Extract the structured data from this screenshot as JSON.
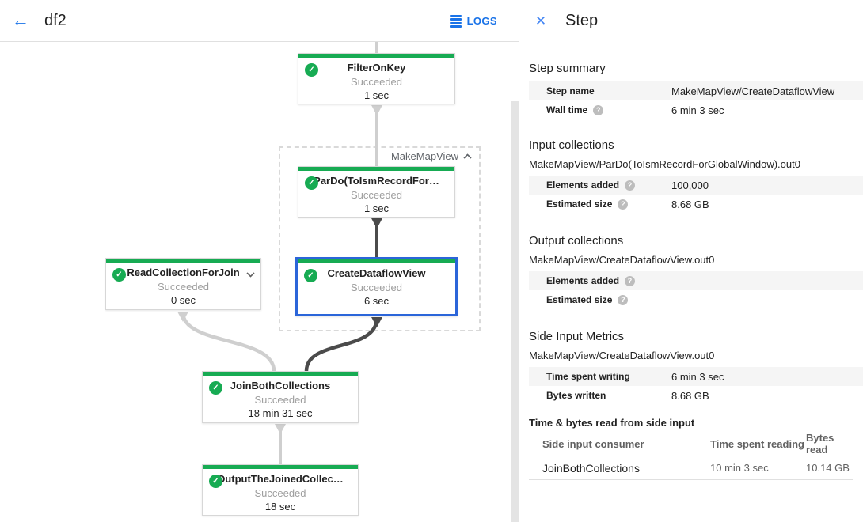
{
  "header": {
    "title": "df2",
    "logs_label": "LOGS"
  },
  "panel": {
    "title": "Step",
    "summary": {
      "heading": "Step summary",
      "rows": [
        {
          "label": "Step name",
          "value": "MakeMapView/CreateDataflowView"
        },
        {
          "label": "Wall time",
          "value": "6 min 3 sec"
        }
      ]
    },
    "input": {
      "heading": "Input collections",
      "subtitle": "MakeMapView/ParDo(ToIsmRecordForGlobalWindow).out0",
      "rows": [
        {
          "label": "Elements added",
          "value": "100,000"
        },
        {
          "label": "Estimated size",
          "value": "8.68 GB"
        }
      ]
    },
    "output": {
      "heading": "Output collections",
      "subtitle": "MakeMapView/CreateDataflowView.out0",
      "rows": [
        {
          "label": "Elements added",
          "value": "–"
        },
        {
          "label": "Estimated size",
          "value": "–"
        }
      ]
    },
    "side_input": {
      "heading": "Side Input Metrics",
      "subtitle": "MakeMapView/CreateDataflowView.out0",
      "rows": [
        {
          "label": "Time spent writing",
          "value": "6 min 3 sec"
        },
        {
          "label": "Bytes written",
          "value": "8.68 GB"
        }
      ],
      "table": {
        "heading": "Time & bytes read from side input",
        "columns": [
          "Side input consumer",
          "Time spent reading",
          "Bytes read"
        ],
        "row": [
          "JoinBothCollections",
          "10 min 3 sec",
          "10.14 GB"
        ]
      }
    }
  },
  "graph": {
    "group_label": "MakeMapView",
    "status_succeeded": "Succeeded",
    "nodes": [
      {
        "title": "FilterOnKey",
        "status": "Succeeded",
        "time": "1 sec"
      },
      {
        "title": "ParDo(ToIsmRecordFor…",
        "status": "Succeeded",
        "time": "1 sec"
      },
      {
        "title": "CreateDataflowView",
        "status": "Succeeded",
        "time": "6 sec"
      },
      {
        "title": "ReadCollectionForJoin",
        "status": "Succeeded",
        "time": "0 sec"
      },
      {
        "title": "JoinBothCollections",
        "status": "Succeeded",
        "time": "18 min 31 sec"
      },
      {
        "title": "OutputTheJoinedCollec…",
        "status": "Succeeded",
        "time": "18 sec"
      }
    ]
  },
  "colors": {
    "accent_blue": "#1a73e8",
    "success_green": "#17ab53",
    "selected_border_blue": "#2b65d9",
    "edge_light": "#cfcfcf",
    "edge_dark": "#4b4b4b"
  }
}
